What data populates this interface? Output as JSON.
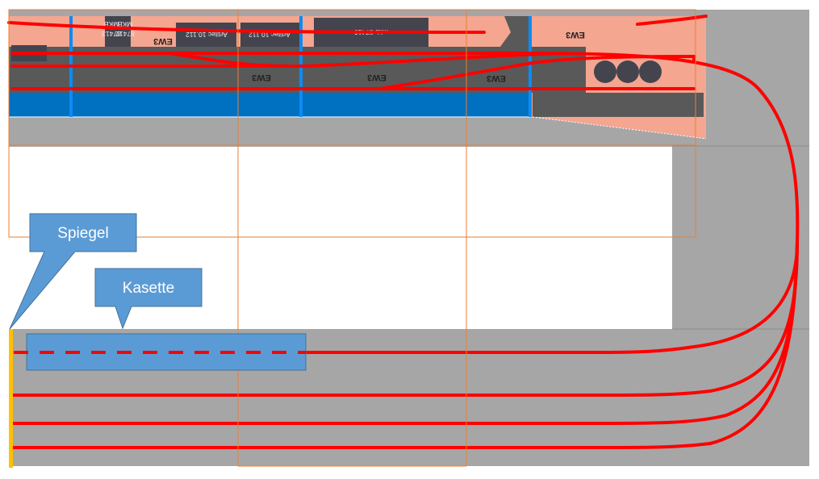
{
  "labels": {
    "spiegel": "Spiegel",
    "kasette": "Kasette"
  },
  "plates": {
    "p1_line1": "MKB",
    "p1_line2": "87412",
    "p1_line3": "MKB",
    "p1_line4": "87413",
    "p2": "Artitec 10.112",
    "p3": "Artitec 10.112",
    "p4": "mkb 87410"
  },
  "ew": {
    "e1": "EW3",
    "e2": "EW3",
    "e3": "EW3",
    "e4": "EW3",
    "e5": "EW3"
  },
  "colors": {
    "track": "#ff0000",
    "board": "#a6a6a6",
    "callout": "#5b9bd5",
    "salmon": "#f4a690",
    "water": "#0070c0",
    "mirror": "#ffc000",
    "grid": "#ed7d31",
    "platform": "#595959"
  }
}
